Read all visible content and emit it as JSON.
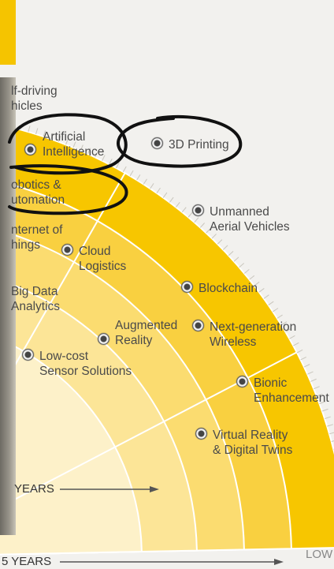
{
  "diagram": {
    "items": [
      {
        "id": "self-driving",
        "text": "lf-driving\nhicles"
      },
      {
        "id": "artificial-intelligence",
        "text": "Artificial\nIntelligence"
      },
      {
        "id": "3d-printing",
        "text": "3D Printing"
      },
      {
        "id": "robotics",
        "text": "obotics &\nutomation"
      },
      {
        "id": "unmanned-aerial-vehicles",
        "text": "Unmanned\nAerial Vehicles"
      },
      {
        "id": "internet-of-things",
        "text": "nternet of\nhings"
      },
      {
        "id": "cloud-logistics",
        "text": "Cloud\nLogistics"
      },
      {
        "id": "blockchain",
        "text": "Blockchain"
      },
      {
        "id": "big-data",
        "text": "Big Data\nAnalytics"
      },
      {
        "id": "augmented-reality",
        "text": "Augmented\nReality"
      },
      {
        "id": "next-generation-wireless",
        "text": "Next-generation\nWireless"
      },
      {
        "id": "low-cost-sensor",
        "text": "Low-cost\nSensor Solutions"
      },
      {
        "id": "bionic-enhancement",
        "text": "Bionic\nEnhancement"
      },
      {
        "id": "virtual-reality",
        "text": "Virtual Reality\n& Digital Twins"
      }
    ],
    "timeline": {
      "years_upper": "YEARS",
      "years_lower": "5 YEARS",
      "low_label": "LOW"
    },
    "colors": {
      "outer_band": "#f7c600",
      "ring_2": "#f9d040",
      "ring_3": "#fbdc70",
      "ring_4": "#fce597",
      "inner": "#fdf1c9",
      "annotation_ink": "#111111"
    }
  }
}
